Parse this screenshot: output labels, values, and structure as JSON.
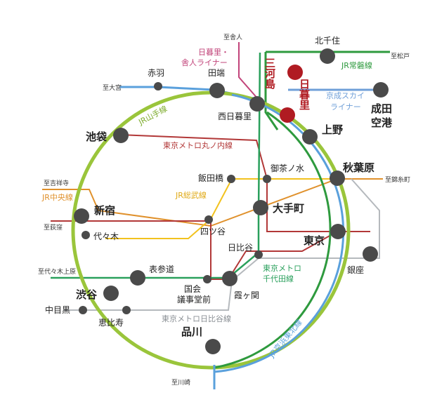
{
  "colors": {
    "yamanote": "#9ac53b",
    "keihin": "#5aa0dc",
    "joban": "#2e9a3e",
    "chuo": "#e0912c",
    "sobu": "#f2c21e",
    "marunouchi": "#b23838",
    "hibiya": "#b5b9bd",
    "chiyoda": "#2aa05c",
    "keisei": "#6f9fd8",
    "toneri": "#c2447a",
    "station": "#4a4a4a",
    "highlight": "#b01b22"
  },
  "lines": {
    "yamanote": "JR山手線",
    "joban": "JR常磐線",
    "chuo": "JR中央線",
    "sobu": "JR総武線",
    "marunouchi": "東京メトロ丸ノ内線",
    "hibiya": "東京メトロ日比谷線",
    "chiyoda_1": "東京メトロ",
    "chiyoda_2": "千代田線",
    "keisei_1": "京成スカイ",
    "keisei_2": "ライナー",
    "toneri_1": "日暮里・",
    "toneri_2": "舎人ライナー",
    "keihin": "JR京浜東北線"
  },
  "stations": {
    "mikawashima": "三河島",
    "nippori": "日暮里",
    "kitasenju": "北千住",
    "narita_1": "成田",
    "narita_2": "空港",
    "ueno": "上野",
    "akihabara": "秋葉原",
    "otemachi": "大手町",
    "ochanomizu": "御茶ノ水",
    "tokyo": "東京",
    "ginza": "銀座",
    "hibiya": "日比谷",
    "kasumigaseki": "霞ヶ関",
    "kokkai_1": "国会",
    "kokkai_2": "議事堂前",
    "shinagawa": "品川",
    "ebisu": "恵比寿",
    "shibuya": "渋谷",
    "nakameguro": "中目黒",
    "omotesando": "表参道",
    "yotsuya": "四ツ谷",
    "iidabashi": "飯田橋",
    "yoyogi": "代々木",
    "shinjuku": "新宿",
    "ikebukuro": "池袋",
    "akabane": "赤羽",
    "tabata": "田端",
    "nishinippori": "西日暮里"
  },
  "destinations": {
    "toneri": "至舎人",
    "matsudo": "至松戸",
    "omiya": "至大宮",
    "kinshicho": "至錦糸町",
    "kichijoji": "至吉祥寺",
    "ogikubo": "至荻窪",
    "yoyogiuehara": "至代々木上原",
    "kawasaki": "至川崎"
  }
}
